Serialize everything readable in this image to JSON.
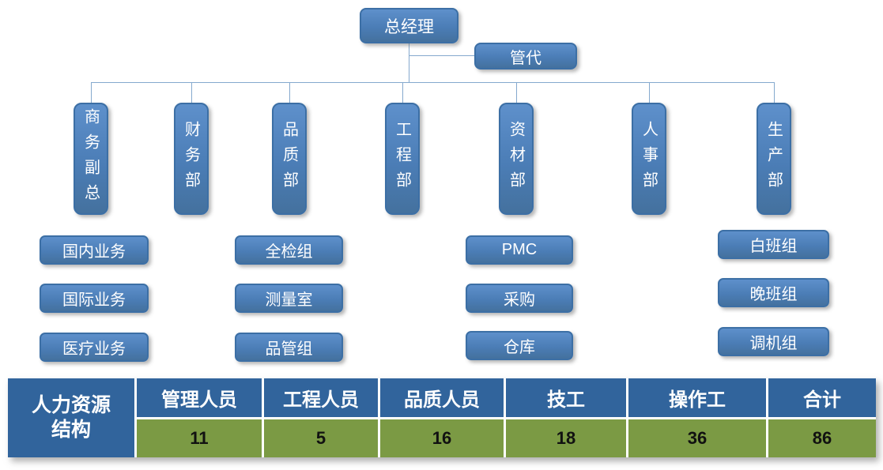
{
  "org_chart": {
    "root": {
      "label": "总经理"
    },
    "management_rep": {
      "label": "管代"
    },
    "departments": [
      {
        "label": "商务副总",
        "children": [
          "国内业务",
          "国际业务",
          "医疗业务"
        ]
      },
      {
        "label": "财务部",
        "children": []
      },
      {
        "label": "品质部",
        "children": [
          "全检组",
          "测量室",
          "品管组"
        ]
      },
      {
        "label": "工程部",
        "children": []
      },
      {
        "label": "资材部",
        "children": [
          "PMC",
          "采购",
          "仓库"
        ]
      },
      {
        "label": "人事部",
        "children": []
      },
      {
        "label": "生产部",
        "children": [
          "白班组",
          "晚班组",
          "调机组"
        ]
      }
    ]
  },
  "hr_table": {
    "row_header_line1": "人力资源",
    "row_header_line2": "结构",
    "columns": [
      "管理人员",
      "工程人员",
      "品质人员",
      "技工",
      "操作工",
      "合计"
    ],
    "values": [
      "11",
      "5",
      "16",
      "18",
      "36",
      "86"
    ]
  },
  "colors": {
    "node_fill": "#4F81BD",
    "node_border": "#3C6FA5",
    "connector": "#85A9CE",
    "table_header_bg": "#31649C",
    "table_values_bg": "#7B9A44",
    "table_header_text": "#FFFFFF",
    "table_values_text": "#111111"
  }
}
